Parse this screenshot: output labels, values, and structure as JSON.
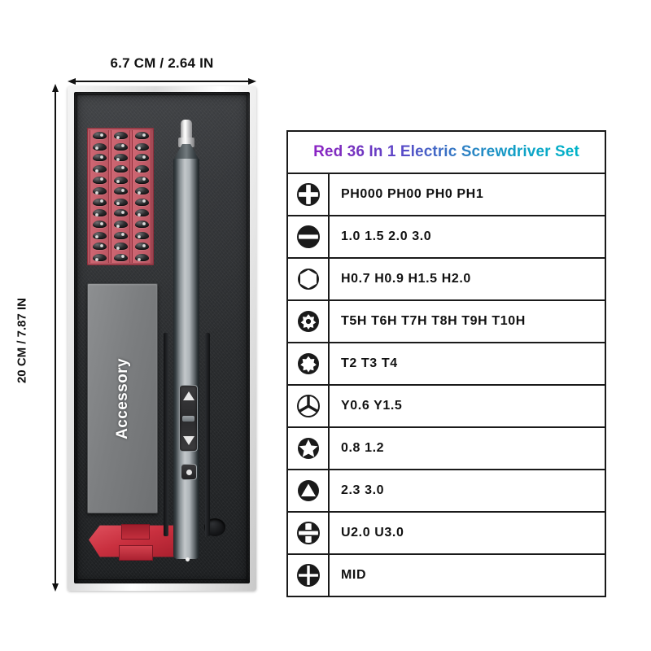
{
  "dimensions": {
    "width_label": "6.7 CM / 2.64 IN",
    "height_label": "20 CM / 7.87 IN"
  },
  "product_box": {
    "accessory_label": "Accessory",
    "bit_tray_columns": 3,
    "bits_per_column": 12
  },
  "spec_table": {
    "title": "Red 36 In 1 Electric Screwdriver Set",
    "title_gradient_start": "#7B2FBE",
    "title_gradient_end": "#00B4C8",
    "border_color": "#1A1A1A",
    "rows": [
      {
        "icon": "phillips-bit-icon",
        "value": "PH000  PH00  PH0  PH1"
      },
      {
        "icon": "slotted-bit-icon",
        "value": "1.0  1.5  2.0  3.0"
      },
      {
        "icon": "hex-bit-icon",
        "value": "H0.7  H0.9  H1.5  H2.0"
      },
      {
        "icon": "torx-security-bit-icon",
        "value": "T5H  T6H  T7H  T8H  T9H  T10H"
      },
      {
        "icon": "torx-bit-icon",
        "value": "T2  T3  T4"
      },
      {
        "icon": "tri-wing-bit-icon",
        "value": "Y0.6  Y1.5"
      },
      {
        "icon": "pentalobe-bit-icon",
        "value": "0.8  1.2"
      },
      {
        "icon": "triangle-bit-icon",
        "value": "2.3  3.0"
      },
      {
        "icon": "spanner-bit-icon",
        "value": "U2.0  U3.0"
      },
      {
        "icon": "mid-bit-icon",
        "value": "MID"
      }
    ]
  }
}
